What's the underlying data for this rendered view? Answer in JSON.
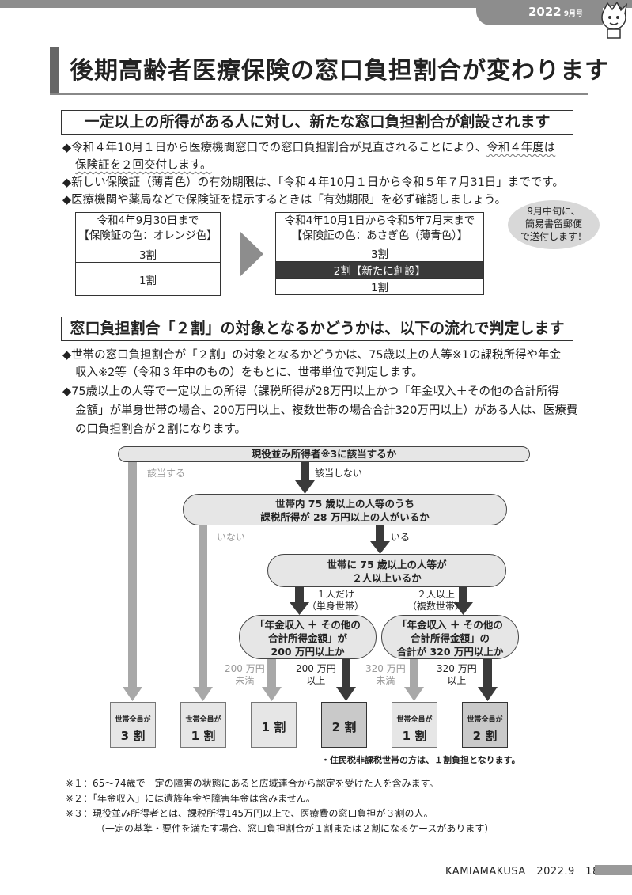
{
  "header": {
    "year": "2022",
    "month": "9月号"
  },
  "title": "後期高齢者医療保険の窓口負担割合が変わります",
  "section1": {
    "heading": "一定以上の所得がある人に対し、新たな窓口負担割合が創設されます",
    "b1a": "◆令和４年10月１日から医療機関窓口での窓口負担割合が見直されることにより、",
    "b1b": "令和４年度は",
    "b1c": "保険証を２回交付します。",
    "b2": "◆新しい保険証（薄青色）の有効期限は、「令和４年10月１日から令和５年７月31日」までです。",
    "b3": "◆医療機関や薬局などで保険証を提示するときは「有効期限」を必ず確認しましょう。"
  },
  "table_old": {
    "h1": "令和4年9月30日まで",
    "h2": "【保険証の色：オレンジ色】",
    "r1": "3割",
    "r2": "1割"
  },
  "table_new": {
    "h1": "令和4年10月1日から令和5年7月末まで",
    "h2": "【保険証の色：あさぎ色（薄青色）】",
    "r1": "3割",
    "r2": "2割【新たに創設】",
    "r3": "1割"
  },
  "bubble": {
    "l1": "9月中旬に、",
    "l2": "簡易書留郵便",
    "l3": "で送付します！"
  },
  "section2": {
    "heading": "窓口負担割合「２割」の対象となるかどうかは、以下の流れで判定します",
    "p1a": "◆世帯の窓口負担割合が「２割」の対象となるかどうかは、75歳以上の人等※1の課税所得や年金",
    "p1b": "収入※2等（令和３年中のもの）をもとに、世帯単位で判定します。",
    "p2a": "◆75歳以上の人等で一定以上の所得（課税所得が28万円以上かつ「年金収入＋その他の合計所得",
    "p2b": "金額」が単身世帯の場合、200万円以上、複数世帯の場合合計320万円以上）がある人は、医療費",
    "p2c": "の口負担割合が２割になります。"
  },
  "flow": {
    "q1": "現役並み所得者※3に該当するか",
    "yes1": "該当する",
    "no1": "該当しない",
    "q2a": "世帯内 75 歳以上の人等のうち",
    "q2b": "課税所得が 28 万円以上の人がいるか",
    "no2": "いない",
    "yes2": "いる",
    "q3a": "世帯に 75 歳以上の人等が",
    "q3b": "２人以上いるか",
    "single_a": "１人だけ",
    "single_b": "（単身世帯）",
    "multi_a": "２人以上",
    "multi_b": "（複数世帯）",
    "q4a": "「年金収入 ＋ その他の",
    "q4b": "合計所得金額」が",
    "q4c": "200 万円以上か",
    "q5a": "「年金収入 ＋ その他の",
    "q5b": "合計所得金額」の",
    "q5c": "合計が 320 万円以上か",
    "u200a": "200 万円",
    "u200b": "未満",
    "o200a": "200 万円",
    "o200b": "以上",
    "u320a": "320 万円",
    "u320b": "未満",
    "o320a": "320 万円",
    "o320b": "以上",
    "results": [
      {
        "sub": "世帯全員が",
        "main": "3 割"
      },
      {
        "sub": "世帯全員が",
        "main": "1 割"
      },
      {
        "sub": "",
        "main": "1 割"
      },
      {
        "sub": "",
        "main": "2 割"
      },
      {
        "sub": "世帯全員が",
        "main": "1 割"
      },
      {
        "sub": "世帯全員が",
        "main": "2 割"
      }
    ],
    "footnote": "・住民税非課税世帯の方は、１割負担となります。"
  },
  "notes": {
    "n1": "※１：65～74歳で一定の障害の状態にあると広域連合から認定を受けた人を含みます。",
    "n2": "※２：「年金収入」には遺族年金や障害年金は含みません。",
    "n3": "※３：現役並み所得者とは、課税所得145万円以上で、医療費の窓口負担が３割の人。",
    "n4": "（一定の基準・要件を満たす場合、窓口負担割合が１割または２割になるケースがあります）"
  },
  "footer": {
    "text": "KAMIAMAKUSA　2022.9　18"
  },
  "colors": {
    "header_gray": "#8d8d8d",
    "arrow_dark": "#3a3a3a",
    "arrow_gray": "#a8a8a8",
    "pill_fill": "#e6e6e6"
  }
}
